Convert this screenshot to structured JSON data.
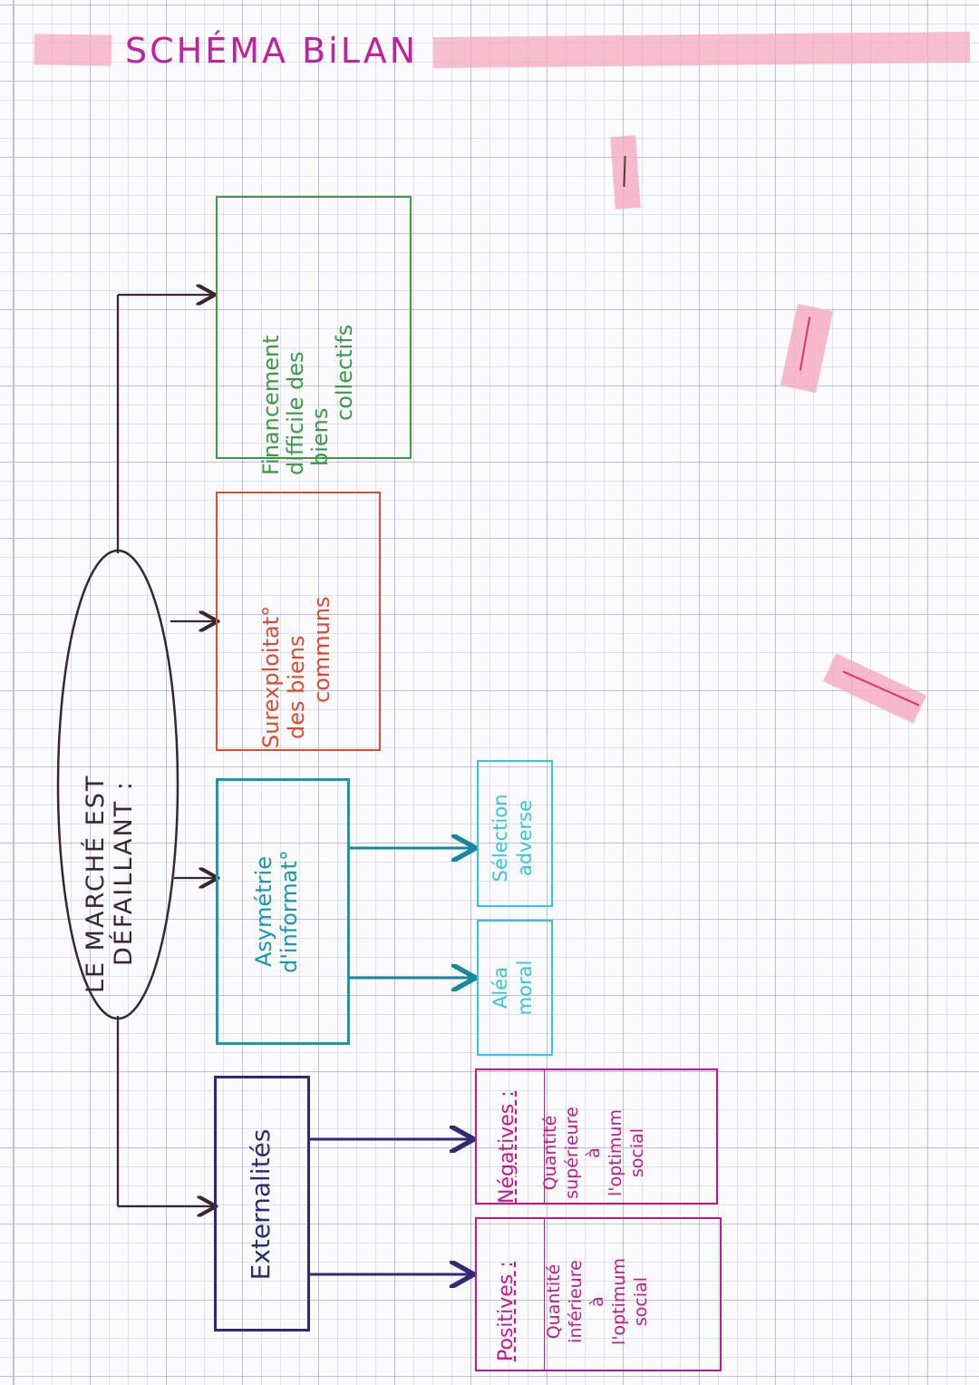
{
  "title": "SCHÉMA BiLAN",
  "center_node": {
    "line1": "LE MARCHÉ EST",
    "line2": "DÉFAILLANT :"
  },
  "branches": [
    {
      "label_lines": [
        "Financement",
        "difficile des",
        "biens",
        "collectifs"
      ],
      "color": "#3b9a46"
    },
    {
      "label_lines": [
        "Surexploitat°",
        "des biens",
        "communs"
      ],
      "color": "#de4a2c"
    },
    {
      "label_lines": [
        "Asymétrie",
        "d'informat°"
      ],
      "color": "#1798b0",
      "children": [
        {
          "label_lines": [
            "Sélection",
            "adverse"
          ],
          "color": "#33c6da"
        },
        {
          "label_lines": [
            "Aléa",
            "moral"
          ],
          "color": "#33c6da"
        }
      ]
    },
    {
      "label_lines": [
        "Externalités"
      ],
      "color": "#2e2a78",
      "children": [
        {
          "heading": "Négatives :",
          "label_lines": [
            "Quantité",
            "supérieure",
            "à",
            "l'optimum",
            "social"
          ],
          "color": "#c2188e"
        },
        {
          "heading": "Positives :",
          "label_lines": [
            "Quantité",
            "inférieure",
            "à",
            "l'optimum",
            "social"
          ],
          "color": "#c2188e"
        }
      ]
    }
  ],
  "colors": {
    "connector": "#3a2630",
    "highlighter": "#f6a9bf",
    "title": "#c2209c"
  }
}
